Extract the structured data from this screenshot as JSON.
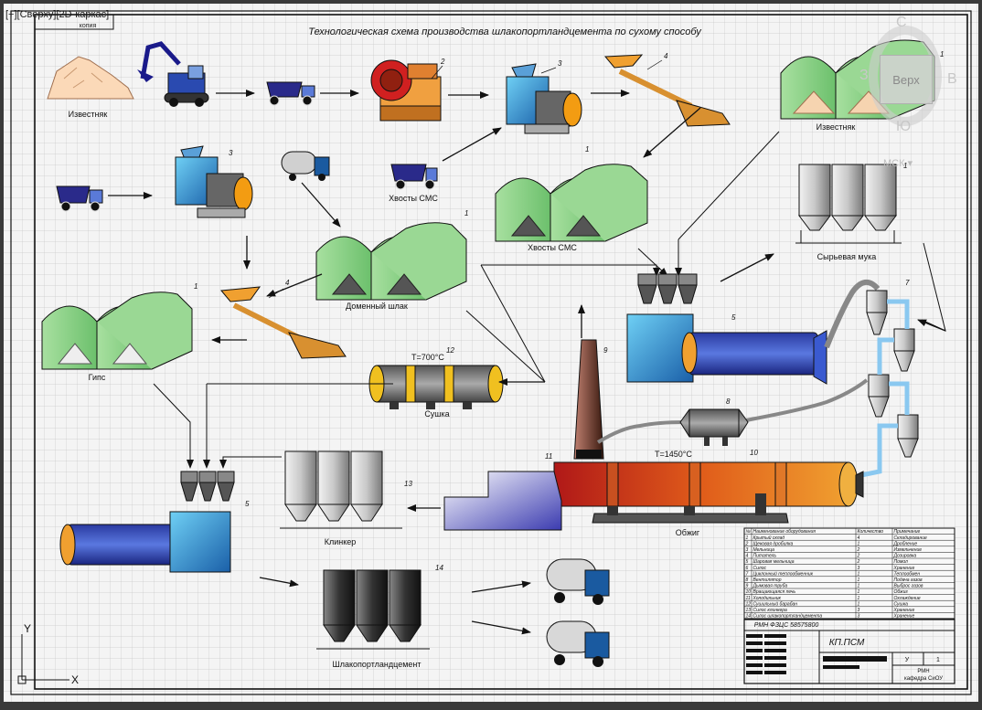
{
  "viewport": {
    "controls": "[+]",
    "view": "[Сверху]",
    "style": "[2D-каркас]"
  },
  "viewcube": {
    "top": "Верх",
    "north": "С",
    "south": "Ю",
    "west": "З",
    "east": "В",
    "wcs": "МСК ▾"
  },
  "drawing": {
    "title": "Технологическая схема производства шлакопортландцемента по сухому способу",
    "stamp_tl": "копия",
    "labels": {
      "limestone": "Известняк",
      "limestone_store": "Известняк",
      "tailings_truck": "Хвосты СМС",
      "tailings_store": "Хвосты СМС",
      "blast_slag": "Доменный шлак",
      "gypsum": "Гипс",
      "raw_meal": "Сырьевая мука",
      "drying": "Сушка",
      "drying_temp": "T=700°C",
      "kiln_temp": "T=1450°C",
      "firing": "Обжиг",
      "clinker": "Клинкер",
      "cement": "Шлакопортландцемент"
    },
    "callouts": {
      "store1_a": "1",
      "crusher": "2",
      "mill3_top": "3",
      "feeder4_top": "4",
      "mill3_left": "3",
      "store_tailings": "1",
      "store_slag": "1",
      "feeder4_mid": "4",
      "store_gypsum": "1",
      "cyclone": "7",
      "mill5_right": "5",
      "pump8": "8",
      "chimney9": "9",
      "kiln10": "10",
      "cooler11": "11",
      "dryer12": "12",
      "silo13": "13",
      "silo14": "14",
      "mill5_left": "5",
      "silo_raw": "1"
    }
  },
  "spec_table": {
    "headers": [
      "№",
      "Наименование оборудования",
      "Количество",
      "Примечание"
    ],
    "rows": [
      [
        "1",
        "Крытый склад",
        "4",
        "Складирование"
      ],
      [
        "2",
        "Щековая дробилка",
        "1",
        "Дробление"
      ],
      [
        "3",
        "Мельница",
        "2",
        "Измельчение"
      ],
      [
        "4",
        "Питатель",
        "2",
        "Дозировка"
      ],
      [
        "5",
        "Шаровая мельница",
        "2",
        "Помол"
      ],
      [
        "6",
        "Силос",
        "3",
        "Хранение"
      ],
      [
        "7",
        "Циклонный теплообменник",
        "1",
        "Теплообмен"
      ],
      [
        "8",
        "Вентилятор",
        "1",
        "Подача газов"
      ],
      [
        "9",
        "Дымовая труба",
        "1",
        "Выброс газов"
      ],
      [
        "10",
        "Вращающаяся печь",
        "1",
        "Обжиг"
      ],
      [
        "11",
        "Холодильник",
        "1",
        "Охлаждение"
      ],
      [
        "12",
        "Сушильный барабан",
        "1",
        "Сушка"
      ],
      [
        "13",
        "Силос клинкера",
        "3",
        "Хранение"
      ],
      [
        "14",
        "Силос шлакопортландцемента",
        "3",
        "Хранение"
      ]
    ]
  },
  "title_block": {
    "code": "РМН ФЗЦС 58575800",
    "doc": "КП.ПСМ",
    "sheet_label": "У",
    "sheet_num": "1",
    "org_line1": "РМН",
    "org_line2": "кафедра СиОУ"
  },
  "colors": {
    "grid_bg": "#f4f4f4",
    "grid_line": "#c9c9c9",
    "store_green": "#8fd18f",
    "mill_blue": "#3aa0d8",
    "kiln_orange": "#e06a1a",
    "silo_grey": "#cfcfcf"
  },
  "ucs_icon": {
    "x": "X",
    "y": "Y"
  }
}
